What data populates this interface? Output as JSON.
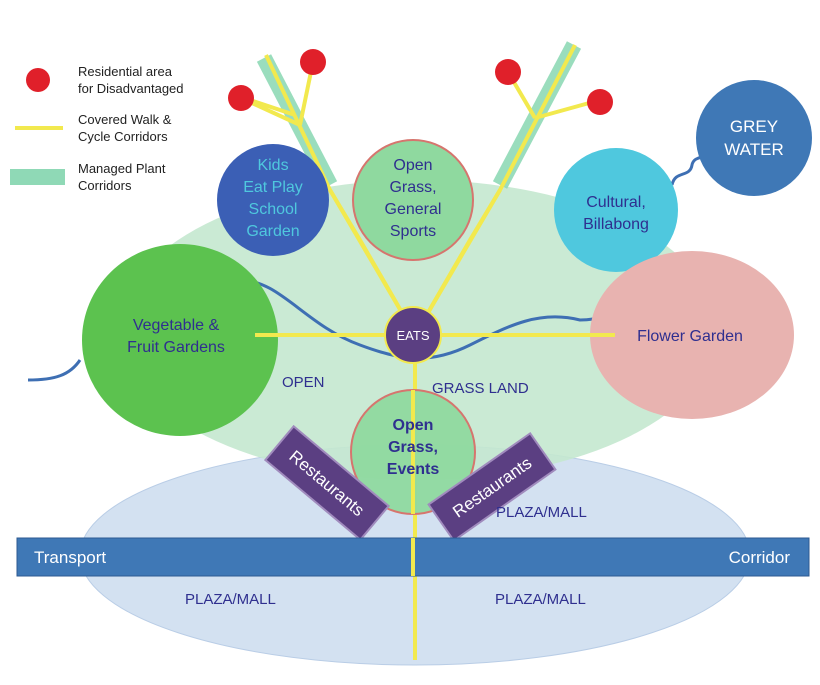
{
  "legend": {
    "residential": "Residential area\nfor Disadvantaged",
    "walk": "Covered Walk &\nCycle Corridors",
    "plant": "Managed Plant\nCorridors"
  },
  "nodes": {
    "kids": "Kids\nEat Play\nSchool\nGarden",
    "open_sports": "Open\nGrass,\nGeneral\nSports",
    "cultural": "Cultural,\nBillabong",
    "grey_water": "GREY\nWATER",
    "vegetable": "Vegetable &\nFruit Gardens",
    "eats": "EATS",
    "flower": "Flower Garden",
    "open_events": "Open\nGrass,\nEvents",
    "restaurants_left": "Restaurants",
    "restaurants_right": "Restaurants"
  },
  "areas": {
    "open": "OPEN",
    "grass_land": "GRASS LAND",
    "plaza_right_upper": "PLAZA/MALL",
    "plaza_left": "PLAZA/MALL",
    "plaza_right": "PLAZA/MALL"
  },
  "transport": {
    "left": "Transport",
    "right": "Corridor"
  },
  "colors": {
    "residential": "#e0202a",
    "walk": "#f2e94e",
    "plant": "#8fd9b6",
    "grass_ellipse": "#c4e8cf",
    "plaza_ellipse": "#d3e1f1",
    "kids": "#3b5fb5",
    "open_sports": "#8fd99f",
    "cultural": "#4fc8de",
    "grey_water": "#3f78b6",
    "vegetable": "#5cc24f",
    "flower": "#e8b3b0",
    "eats": "#5b3f82",
    "restaurant": "#5b3f82",
    "transport": "#3f78b6",
    "water_line": "#3e6fb3"
  }
}
